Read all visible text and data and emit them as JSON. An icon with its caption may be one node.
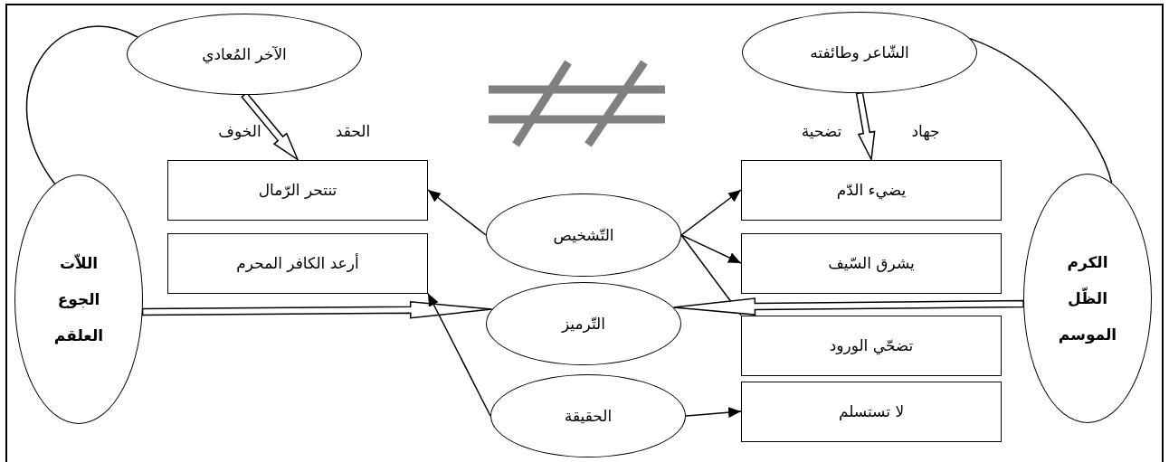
{
  "diagram": {
    "nodes": [
      {
        "text": [
          "الآخر المُعادي"
        ]
      },
      {
        "text": [
          "الشّاعر وطائفته"
        ]
      },
      {
        "text": [
          "تنتحر الرّمال"
        ]
      },
      {
        "text": [
          "يضيء الدّم"
        ]
      },
      {
        "text": [
          "اللاّت",
          "الجوع",
          "العلقم"
        ]
      },
      {
        "text": [
          "التّشخيص"
        ]
      },
      {
        "text": [
          "أرعد الكافر المحرم"
        ]
      },
      {
        "text": [
          "يشرق السّيف"
        ]
      },
      {
        "text": [
          "الكرم",
          "الظّل",
          "الموسم"
        ]
      },
      {
        "text": [
          "التّرميز"
        ]
      },
      {
        "text": [
          "تضحّي الورود"
        ]
      },
      {
        "text": [
          "الحقيقة"
        ]
      },
      {
        "text": [
          "لا تستسلم"
        ]
      }
    ],
    "edges": [
      {
        "from": 0,
        "to": 2,
        "arrow": "to",
        "style": "thick"
      },
      {
        "from": 1,
        "to": 3,
        "arrow": "to",
        "style": "thick"
      },
      {
        "from": 0,
        "to": 4,
        "arrow": "none"
      },
      {
        "from": 1,
        "to": 8,
        "arrow": "none"
      },
      {
        "from": 5,
        "to": 2,
        "arrow": "to"
      },
      {
        "from": 5,
        "to": 3,
        "arrow": "to"
      },
      {
        "from": 5,
        "to": 7,
        "arrow": "to"
      },
      {
        "from": 5,
        "to": 10,
        "arrow": "to"
      },
      {
        "from": 4,
        "to": 9,
        "arrow": "to",
        "style": "thick"
      },
      {
        "from": 8,
        "to": 9,
        "arrow": "to",
        "style": "thick"
      },
      {
        "from": 11,
        "to": 6,
        "arrow": "to"
      },
      {
        "from": 11,
        "to": 12,
        "arrow": "to"
      }
    ],
    "labels": [
      "الخوف",
      "الحقد",
      "تضحية",
      "جهاد"
    ]
  }
}
